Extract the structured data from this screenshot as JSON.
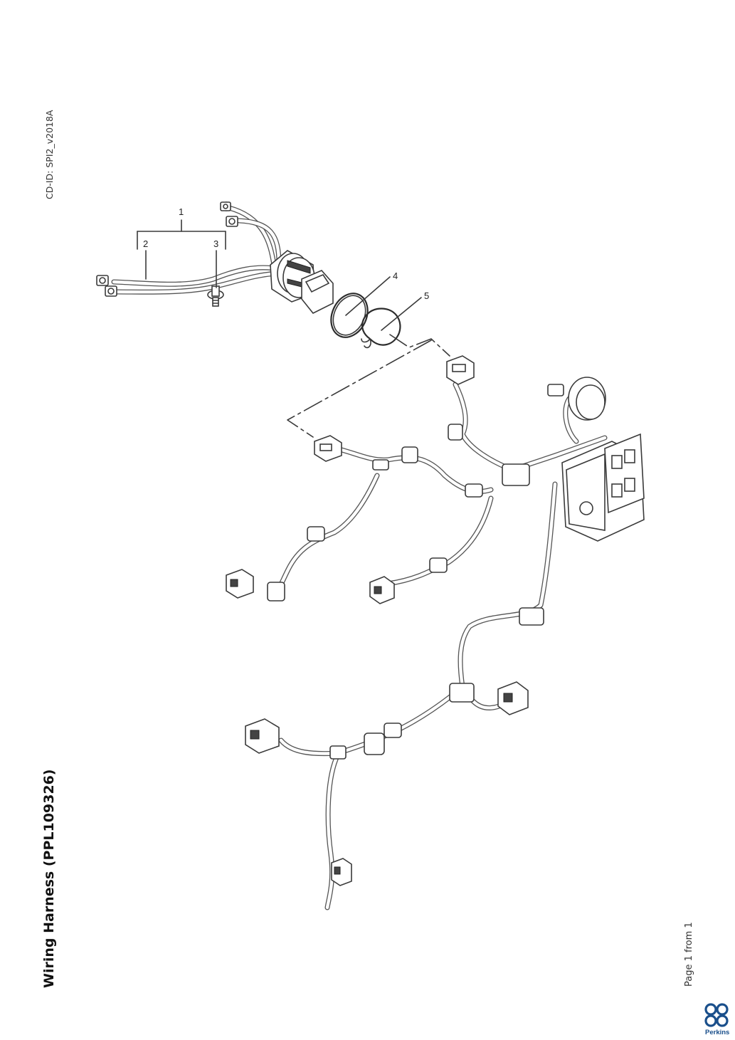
{
  "header": {
    "cd_id": "CD-ID: SPI2_v2018A"
  },
  "document": {
    "title": "Wiring Harness (PPL109326)"
  },
  "footer": {
    "page": "Page 1 from 1"
  },
  "brand": {
    "name": "Perkins",
    "color": "#1a4f8b"
  },
  "callouts": [
    "1",
    "2",
    "3",
    "4",
    "5"
  ]
}
